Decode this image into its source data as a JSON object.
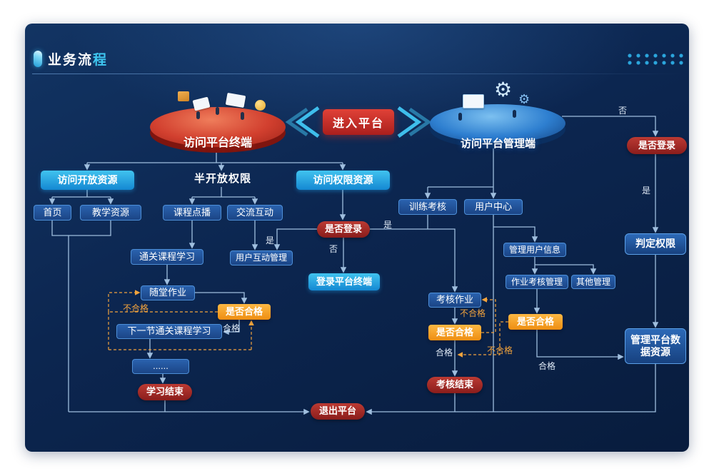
{
  "header": {
    "title_main": "业务流",
    "title_accent": "程"
  },
  "hero": {
    "left_label": "访问平台终端",
    "right_label": "访问平台管理端",
    "enter_button": "进入平台"
  },
  "icons": {
    "gear": "⚙"
  },
  "nodes": {
    "open_resources": {
      "label": "访问开放资源"
    },
    "semi_open": {
      "label": "半开放权限"
    },
    "perm_resources": {
      "label": "访问权限资源"
    },
    "home": {
      "label": "首页"
    },
    "teaching_resources": {
      "label": "教学资源"
    },
    "course_ondemand": {
      "label": "课程点播"
    },
    "interaction": {
      "label": "交流互动"
    },
    "training_assess": {
      "label": "训练考核"
    },
    "user_center": {
      "label": "用户中心"
    },
    "login_check_center": {
      "label": "是否登录"
    },
    "pass_course": {
      "label": "通关课程学习"
    },
    "user_interaction_mgmt": {
      "label": "用户互动管理"
    },
    "login_terminal": {
      "label": "登录平台终端"
    },
    "class_homework": {
      "label": "随堂作业"
    },
    "qualified_check_1": {
      "label": "是否合格"
    },
    "next_course": {
      "label": "下一节通关课程学习"
    },
    "ellipsis": {
      "label": "......"
    },
    "study_end": {
      "label": "学习结束"
    },
    "assess_homework": {
      "label": "考核作业"
    },
    "qualified_check_2": {
      "label": "是否合格"
    },
    "assess_end": {
      "label": "考核结束"
    },
    "manage_user_info": {
      "label": "管理用户信息"
    },
    "homework_assess_mgmt": {
      "label": "作业考核管理"
    },
    "other_mgmt": {
      "label": "其他管理"
    },
    "qualified_check_3": {
      "label": "是否合格"
    },
    "login_check_right": {
      "label": "是否登录"
    },
    "judge_permission": {
      "label": "判定权限"
    },
    "manage_platform_data": {
      "label": "管理平台数据资源"
    },
    "exit_platform": {
      "label": "退出平台"
    }
  },
  "edge_labels": {
    "no_top": "否",
    "yes_right": "是",
    "yes_left": "是",
    "no_center": "否",
    "yes_center": "是",
    "unqualified_left": "不合格",
    "qualified_left": "合格",
    "unqualified_mid": "不合格",
    "qualified_mid": "合格",
    "unqualified_right": "不合格",
    "qualified_right": "合格"
  },
  "colors": {
    "background": "#0c2650",
    "accent_cyan": "#3ec6f0",
    "node_blue": "#1b4586",
    "node_cyan": "#1488d2",
    "node_orange": "#ee8e12",
    "node_red": "#8a1d1c",
    "button_red": "#c22a24",
    "edge": "#9fbede",
    "edge_warning": "#f2a33c"
  }
}
